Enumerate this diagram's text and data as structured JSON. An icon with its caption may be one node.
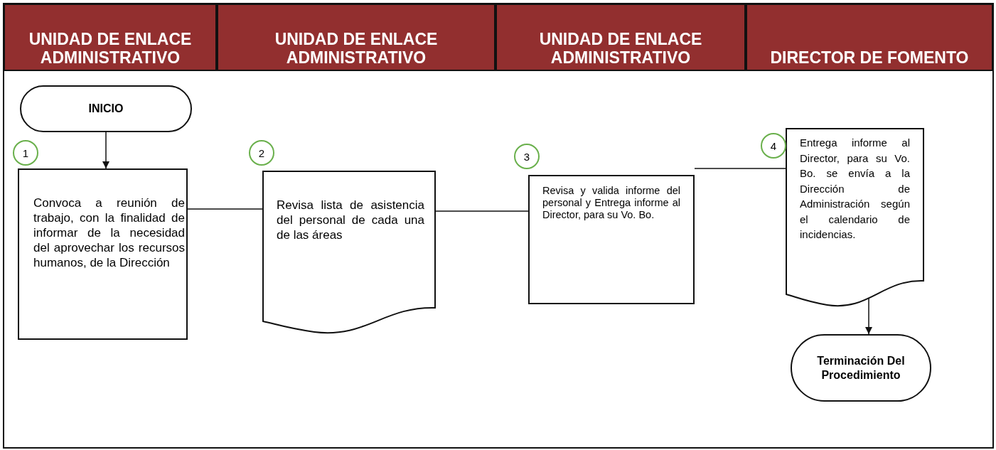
{
  "diagram": {
    "nodes": [
      {
        "text": [
          "UNIDAD DE ENLACE ADMINISTRATIVO"
        ]
      },
      {
        "text": [
          "UNIDAD DE ENLACE ADMINISTRATIVO"
        ]
      },
      {
        "text": [
          "UNIDAD DE ENLACE ADMINISTRATIVO"
        ]
      },
      {
        "text": [
          "DIRECTOR DE FOMENTO"
        ]
      },
      {
        "text": [
          "INICIO"
        ]
      },
      {
        "text": [
          "Convoca a reunión de trabajo, con la finalidad de informar de la necesidad del aprovechar los recursos humanos, de la Dirección"
        ],
        "beside": [
          "1"
        ]
      },
      {
        "text": [
          "Revisa lista de asistencia del personal de cada una de las áreas"
        ],
        "beside": [
          "2"
        ]
      },
      {
        "text": [
          "Revisa y valida informe del personal y Entrega informe al Director, para su Vo. Bo."
        ],
        "beside": [
          "3"
        ]
      },
      {
        "text": [
          "Entrega informe al Director, para su Vo. Bo. se envía a la Dirección de Administración según el calendario de incidencias."
        ],
        "beside": [
          "4"
        ]
      },
      {
        "text": [
          "Terminación Del Procedimiento"
        ]
      }
    ],
    "edges": [
      {
        "from": 4,
        "to": 5,
        "arrow": "to"
      },
      {
        "from": 5,
        "to": 6,
        "arrow": "none"
      },
      {
        "from": 6,
        "to": 7,
        "arrow": "none"
      },
      {
        "from": 7,
        "to": 8,
        "arrow": "none"
      },
      {
        "from": 8,
        "to": 9,
        "arrow": "to"
      }
    ]
  }
}
